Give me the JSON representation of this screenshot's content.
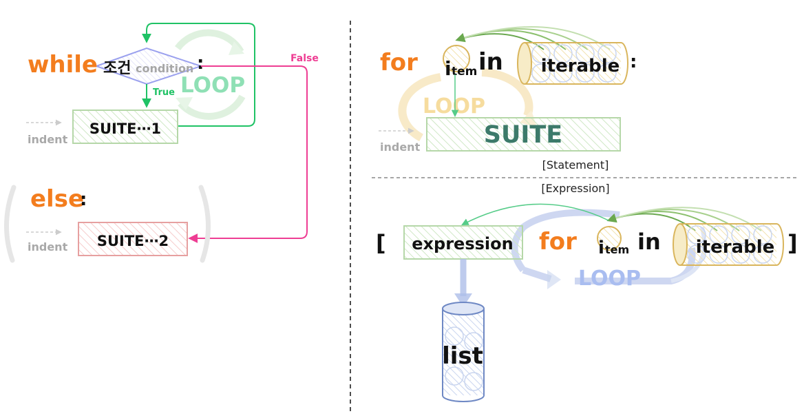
{
  "while_block": {
    "keyword": "while",
    "condition_kr": "조건",
    "condition_en": "condition",
    "colon": ":",
    "true_label": "True",
    "false_label": "False",
    "loop_label": "LOOP",
    "suite1": "SUITE⋯1",
    "indent1": "indent",
    "else_keyword": "else",
    "else_colon": ":",
    "suite2": "SUITE⋯2",
    "indent2": "indent"
  },
  "for_statement": {
    "keyword_for": "for",
    "item_i": "i",
    "item_rest": "tem",
    "keyword_in": "in",
    "iterable": "iterable",
    "colon": ":",
    "loop_label": "LOOP",
    "suite": "SUITE",
    "indent": "indent",
    "caption": "[Statement]"
  },
  "list_comprehension": {
    "caption": "[Expression]",
    "open_bracket": "[",
    "expression": "expression",
    "keyword_for": "for",
    "item_i": "i",
    "item_rest": "tem",
    "keyword_in": "in",
    "iterable": "iterable",
    "close_bracket": "]",
    "loop_label": "LOOP",
    "result": "list"
  },
  "colors": {
    "keyword_orange": "#f37d1e",
    "true_green": "#1fc265",
    "false_pink": "#ee3d93",
    "diamond_purple": "#9aa0ee",
    "suite_green_border": "#b5d7a8",
    "suite2_red_border": "#e6a0a0",
    "iterable_gold": "#d9b55c",
    "list_blue": "#6e88c4",
    "loop_blue": "#aebee8",
    "loop_gold": "#f3d89a",
    "grey": "#a9a9a9"
  }
}
